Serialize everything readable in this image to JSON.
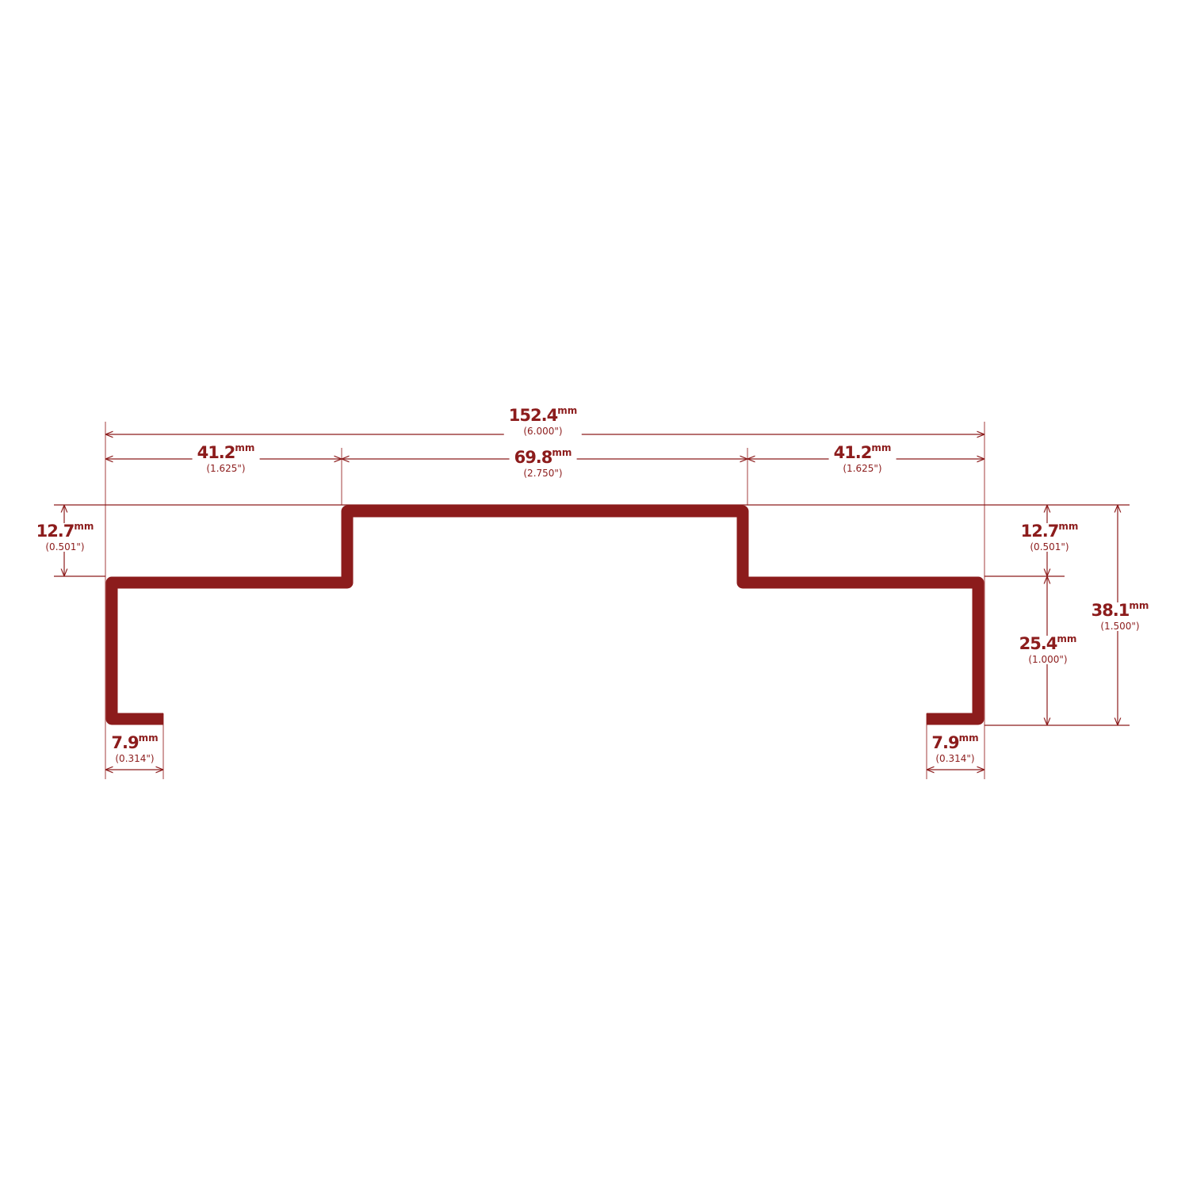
{
  "colors": {
    "profile": "#8c1c1c",
    "dimension": "#8c1c1c"
  },
  "unit": "mm",
  "dimensions": {
    "overall_width": {
      "mm": "152.4",
      "in": "(6.000\")"
    },
    "left_flange": {
      "mm": "41.2",
      "in": "(1.625\")"
    },
    "center_width": {
      "mm": "69.8",
      "in": "(2.750\")"
    },
    "right_flange": {
      "mm": "41.2",
      "in": "(1.625\")"
    },
    "left_step_height": {
      "mm": "12.7",
      "in": "(0.501\")"
    },
    "right_step_height": {
      "mm": "12.7",
      "in": "(0.501\")"
    },
    "side_height": {
      "mm": "25.4",
      "in": "(1.000\")"
    },
    "overall_height": {
      "mm": "38.1",
      "in": "(1.500\")"
    },
    "left_lip": {
      "mm": "7.9",
      "in": "(0.314\")"
    },
    "right_lip": {
      "mm": "7.9",
      "in": "(0.314\")"
    }
  }
}
